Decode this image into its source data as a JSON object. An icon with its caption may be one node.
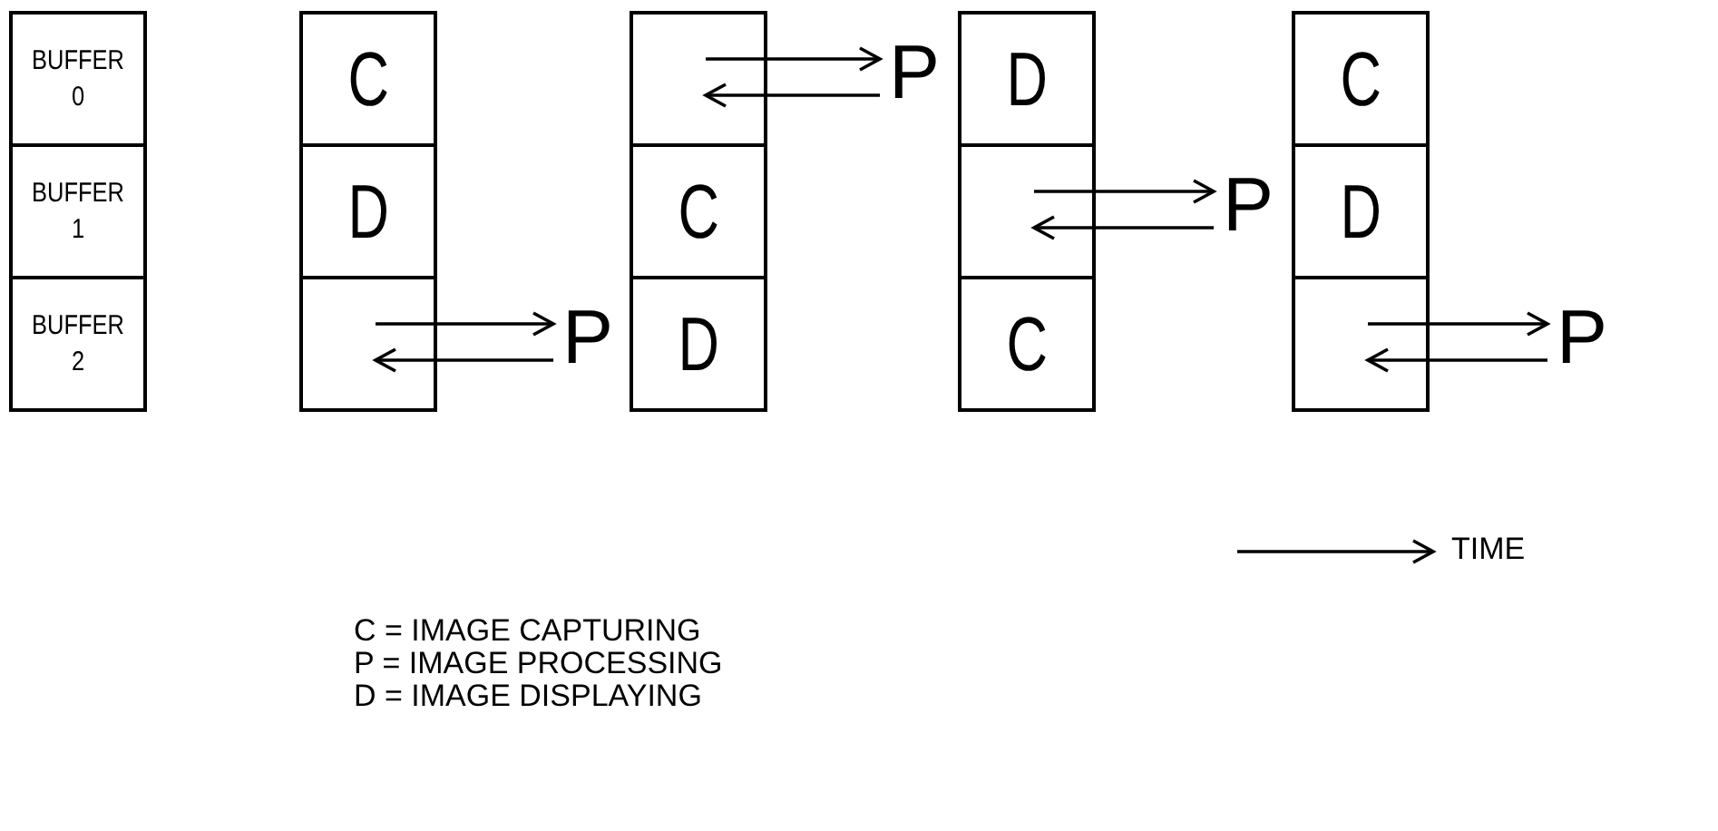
{
  "diagram": {
    "nodes": [
      {
        "text": [
          "BUFFER 0"
        ]
      },
      {
        "text": [
          "BUFFER 1"
        ]
      },
      {
        "text": [
          "BUFFER 2"
        ]
      },
      {
        "text": [
          "C"
        ]
      },
      {
        "text": [
          "D"
        ]
      },
      {
        "text": [],
        "shape": "box"
      },
      {
        "text": [
          "P"
        ]
      },
      {
        "text": [],
        "shape": "box"
      },
      {
        "text": [
          "C"
        ]
      },
      {
        "text": [
          "D"
        ]
      },
      {
        "text": [
          "P"
        ]
      },
      {
        "text": [
          "D"
        ]
      },
      {
        "text": [],
        "shape": "box"
      },
      {
        "text": [
          "C"
        ]
      },
      {
        "text": [
          "P"
        ]
      },
      {
        "text": [
          "C"
        ]
      },
      {
        "text": [
          "D"
        ]
      },
      {
        "text": [],
        "shape": "box"
      },
      {
        "text": [
          "P"
        ]
      }
    ],
    "edges": [
      {
        "from": 5,
        "to": 6,
        "arrow": "to"
      },
      {
        "from": 6,
        "to": 5,
        "arrow": "to"
      },
      {
        "from": 7,
        "to": 10,
        "arrow": "to"
      },
      {
        "from": 10,
        "to": 7,
        "arrow": "to"
      },
      {
        "from": 12,
        "to": 14,
        "arrow": "to"
      },
      {
        "from": 14,
        "to": 12,
        "arrow": "to"
      },
      {
        "from": 17,
        "to": 18,
        "arrow": "to"
      },
      {
        "from": 18,
        "to": 17,
        "arrow": "to"
      }
    ],
    "labels": [
      "TIME",
      "C = IMAGE CAPTURING",
      "P = IMAGE PROCESSING",
      "D = IMAGE DISPLAYING"
    ]
  }
}
